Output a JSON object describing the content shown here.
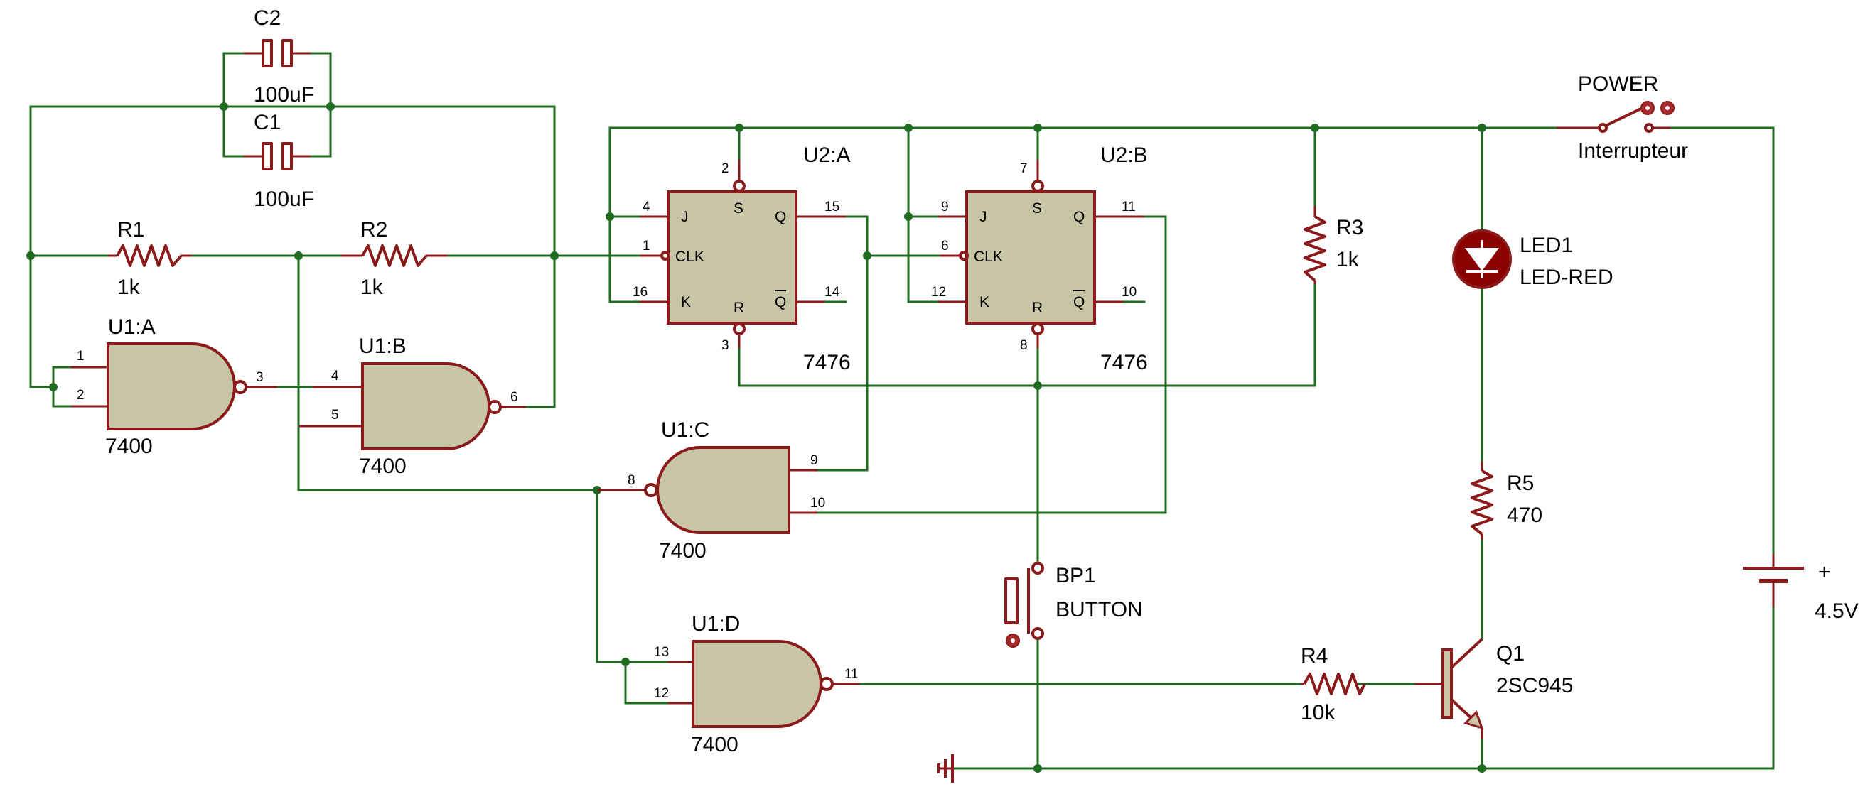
{
  "components": {
    "c1": {
      "ref": "C1",
      "value": "100uF"
    },
    "c2": {
      "ref": "C2",
      "value": "100uF"
    },
    "r1": {
      "ref": "R1",
      "value": "1k"
    },
    "r2": {
      "ref": "R2",
      "value": "1k"
    },
    "r3": {
      "ref": "R3",
      "value": "1k"
    },
    "r4": {
      "ref": "R4",
      "value": "10k"
    },
    "r5": {
      "ref": "R5",
      "value": "470"
    },
    "u1a": {
      "ref": "U1:A",
      "part": "7400",
      "pins": [
        "1",
        "2",
        "3"
      ]
    },
    "u1b": {
      "ref": "U1:B",
      "part": "7400",
      "pins": [
        "4",
        "5",
        "6"
      ]
    },
    "u1c": {
      "ref": "U1:C",
      "part": "7400",
      "pins": [
        "8",
        "9",
        "10"
      ]
    },
    "u1d": {
      "ref": "U1:D",
      "part": "7400",
      "pins": [
        "11",
        "13",
        "12"
      ]
    },
    "u2a": {
      "ref": "U2:A",
      "part": "7476",
      "pins": {
        "j": "4",
        "clk": "1",
        "k": "16",
        "s": "2",
        "r": "3",
        "q": "15",
        "qn": "14"
      }
    },
    "u2b": {
      "ref": "U2:B",
      "part": "7476",
      "pins": {
        "j": "9",
        "clk": "6",
        "k": "12",
        "s": "7",
        "r": "8",
        "q": "11",
        "qn": "10"
      }
    },
    "ff_labels": {
      "j": "J",
      "k": "K",
      "clk": "CLK",
      "s": "S",
      "r": "R",
      "q": "Q",
      "qn": "Q"
    },
    "led1": {
      "ref": "LED1",
      "value": "LED-RED"
    },
    "q1": {
      "ref": "Q1",
      "value": "2SC945"
    },
    "bp1": {
      "ref": "BP1",
      "value": "BUTTON"
    },
    "power": {
      "ref": "POWER",
      "value": "Interrupteur"
    },
    "battery": {
      "plus": "+",
      "value": "4.5V"
    }
  },
  "colors": {
    "wire": "#1f6b1f",
    "component": "#8b1a1a",
    "gate_fill": "#c8c4a6",
    "led_fill": "#8b0000"
  }
}
